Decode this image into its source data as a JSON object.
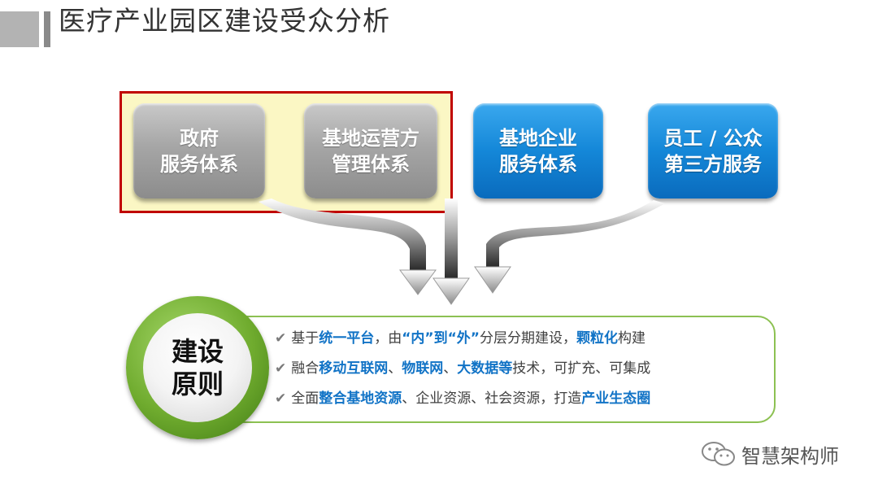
{
  "title": "医疗产业园区建设受众分析",
  "cards": [
    {
      "label": "政府\n服务体系"
    },
    {
      "label": "基地运营方\n管理体系"
    },
    {
      "label": "基地企业\n服务体系"
    },
    {
      "label": "员工 / 公众\n第三方服务"
    }
  ],
  "principle": {
    "badge": "建设\n原则",
    "check": "✔",
    "line1": {
      "a": "基于",
      "b": "统一平台",
      "c": "，由",
      "d": "“内”到“外”",
      "e": "分层分期建设，",
      "f": "颗粒化",
      "g": "构建"
    },
    "line2": {
      "a": "融合",
      "b": "移动互联网",
      "c": "、",
      "d": "物联网",
      "e": "、",
      "f": "大数据等",
      "g": "技术，可扩充、可集成"
    },
    "line3": {
      "a": "全面",
      "b": "整合基地资源",
      "c": "、企业资源、社会资源，打造",
      "d": "产业生态圈"
    }
  },
  "brand": {
    "text": "智慧架构师",
    "icon": "wechat-icon"
  },
  "colors": {
    "grey_card": "#a6a6a6",
    "blue_card": "#1487d8",
    "highlight_fill": "#fbf7c4",
    "highlight_border": "#c00000",
    "accent_text": "#1173c6",
    "green_ring": "#6fab2e"
  }
}
